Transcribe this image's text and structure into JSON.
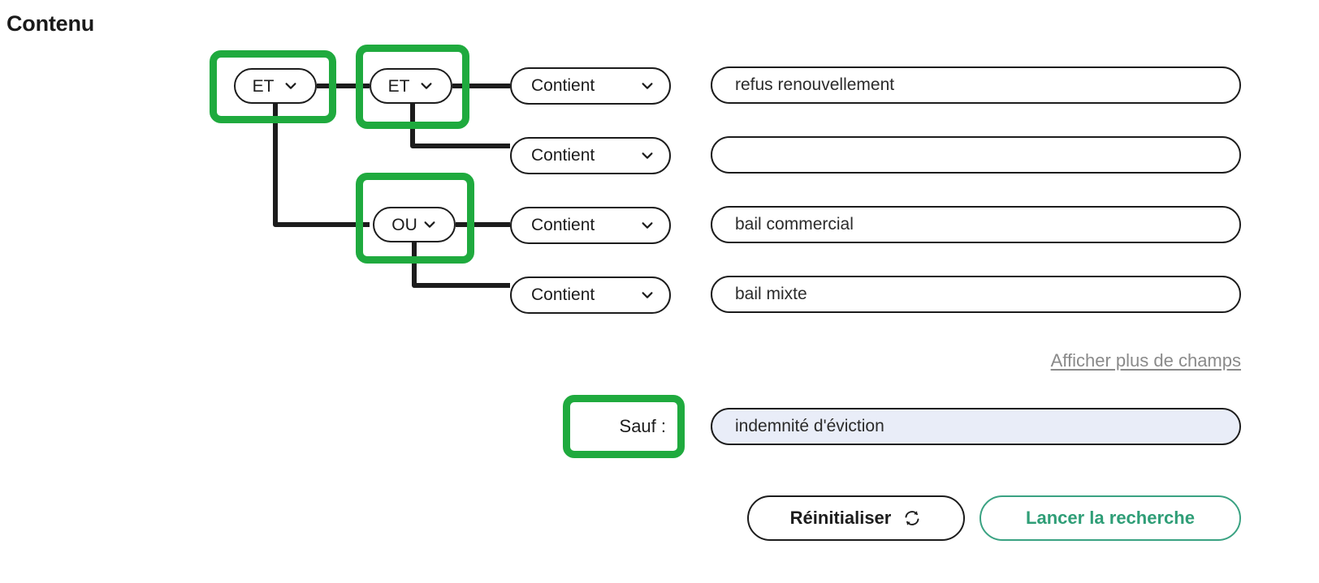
{
  "section": {
    "title": "Contenu"
  },
  "colors": {
    "annotation_green": "#1faa3e",
    "accent_teal": "#2f9e77",
    "exclude_field_bg": "#e9edf8",
    "link_gray": "#8a8a8a",
    "line_dark": "#1c1c1c"
  },
  "query_builder": {
    "operators": [
      {
        "id": "root",
        "label": "ET",
        "icon": "chevron-down-icon",
        "highlighted": true
      },
      {
        "id": "group-and",
        "label": "ET",
        "icon": "chevron-down-icon",
        "highlighted": true
      },
      {
        "id": "group-or",
        "label": "OU",
        "icon": "chevron-down-icon",
        "highlighted": true
      }
    ],
    "conditions": [
      {
        "id": "cond-1",
        "operator_label": "Contient",
        "icon": "chevron-down-icon",
        "value": "refus renouvellement",
        "placeholder": ""
      },
      {
        "id": "cond-2",
        "operator_label": "Contient",
        "icon": "chevron-down-icon",
        "value": "",
        "placeholder": ""
      },
      {
        "id": "cond-3",
        "operator_label": "Contient",
        "icon": "chevron-down-icon",
        "value": "bail commercial",
        "placeholder": ""
      },
      {
        "id": "cond-4",
        "operator_label": "Contient",
        "icon": "chevron-down-icon",
        "value": "bail mixte",
        "placeholder": ""
      }
    ]
  },
  "links": {
    "show_more_fields": "Afficher plus de champs"
  },
  "exclude": {
    "label": "Sauf :",
    "value": "indemnité d'éviction",
    "placeholder": ""
  },
  "actions": {
    "reset_label": "Réinitialiser",
    "reset_icon": "refresh-icon",
    "search_label": "Lancer la recherche"
  }
}
